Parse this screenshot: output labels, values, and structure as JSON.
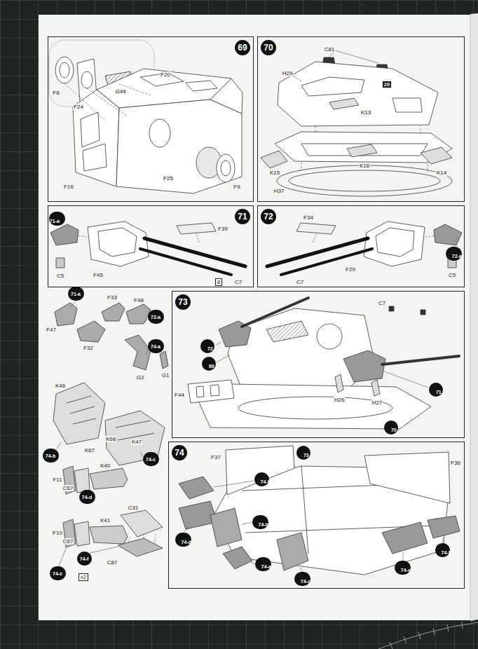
{
  "diagram": {
    "nodes": [
      {
        "text": [
          "69"
        ]
      },
      {
        "text": [
          "70"
        ]
      },
      {
        "text": [
          "71"
        ]
      },
      {
        "text": [
          "72"
        ]
      },
      {
        "text": [
          "73"
        ]
      },
      {
        "text": [
          "74"
        ]
      },
      {
        "text": [
          "71-a"
        ],
        "in": 2
      },
      {
        "text": [
          "72-a"
        ],
        "in": 3
      },
      {
        "text": [
          "72"
        ],
        "in": 4
      },
      {
        "text": [
          "69"
        ],
        "in": 4
      },
      {
        "text": [
          "71"
        ],
        "in": 4
      },
      {
        "text": [
          "70"
        ],
        "in": 4
      },
      {
        "text": [
          "73"
        ],
        "in": 5
      },
      {
        "text": [
          "74-f"
        ],
        "in": 5
      },
      {
        "text": [
          "74-d"
        ],
        "in": 5
      },
      {
        "text": [
          "74-b"
        ],
        "in": 5
      },
      {
        "text": [
          "74-a"
        ],
        "in": 5
      },
      {
        "text": [
          "74-c"
        ],
        "in": 5
      },
      {
        "text": [
          "74-e"
        ],
        "in": 5
      },
      {
        "text": [
          "74-f"
        ],
        "in": 5
      },
      {
        "text": [
          "71-a"
        ]
      },
      {
        "text": [
          "72-a"
        ]
      },
      {
        "text": [
          "74-a"
        ]
      },
      {
        "text": [
          "74-b"
        ]
      },
      {
        "text": [
          "74-c"
        ]
      },
      {
        "text": [
          "74-d"
        ]
      },
      {
        "text": [
          "74-e"
        ]
      },
      {
        "text": [
          "74-f"
        ]
      }
    ],
    "labels": [
      "F8",
      "F24",
      "G44",
      "F20",
      "F16",
      "F25",
      "F9",
      "C81",
      "20",
      "H29",
      "K13",
      "K14",
      "K15",
      "K16",
      "H37",
      "F39",
      "C5",
      "F45",
      "8",
      "C7",
      "F34",
      "F29",
      "C5",
      "C7",
      "F47",
      "F32",
      "F33",
      "F48",
      "G1",
      "G2",
      "K46",
      "K67",
      "K68",
      "K47",
      "F11",
      "C67",
      "K40",
      "F10",
      "C67",
      "K41",
      "C31",
      "C87",
      "x2",
      "C7",
      "F44",
      "H26",
      "H27",
      "F37",
      "F36"
    ]
  }
}
